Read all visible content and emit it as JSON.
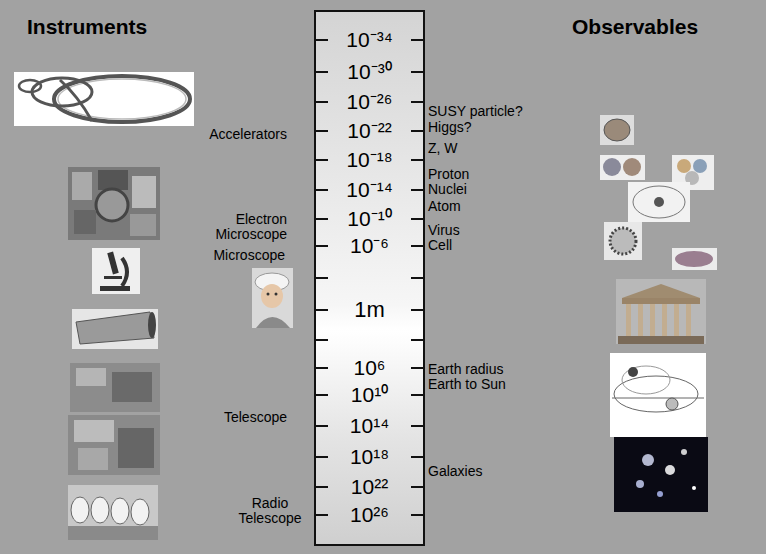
{
  "diagram": {
    "nodes": [
      {
        "text": [
          "10⁻³⁴",
          "10⁻³⁰",
          "10⁻²⁶",
          "10⁻²²",
          "10⁻¹⁸",
          "10⁻¹⁴",
          "10⁻¹⁰",
          "10⁻⁶",
          "1m",
          "10⁶",
          "10¹⁰",
          "10¹⁴",
          "10¹⁸",
          "10²²",
          "10²⁶"
        ]
      }
    ],
    "labels": [
      "Instruments",
      "Observables",
      "Accelerators",
      "Electron Microscope",
      "Microscope",
      "Telescope",
      "Radio Telescope",
      "SUSY particle?",
      "Higgs?",
      "Z, W",
      "Proton",
      "Nuclei",
      "Atom",
      "Virus",
      "Cell",
      "Earth radius",
      "Earth to Sun",
      "Galaxies"
    ]
  }
}
